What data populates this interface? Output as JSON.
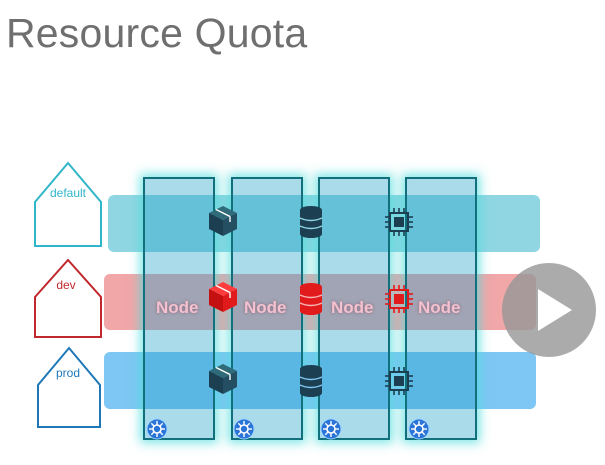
{
  "title": "Resource Quota",
  "namespaces": [
    {
      "label": "default",
      "color": "#2fb6c8"
    },
    {
      "label": "dev",
      "color": "#c0282d"
    },
    {
      "label": "prod",
      "color": "#1e78b8"
    }
  ],
  "nodes": [
    {
      "label": "Node"
    },
    {
      "label": "Node"
    },
    {
      "label": "Node"
    },
    {
      "label": "Node"
    }
  ],
  "resources": [
    "pod-cube-icon",
    "database-icon",
    "cpu-chip-icon"
  ],
  "colors": {
    "default_band": "#8fd6e2",
    "dev_band": "#f1a6a8",
    "prod_band": "#7ec6f4",
    "dev_icon": "#e11b1b",
    "other_icon": "#1c3f52",
    "node_border": "#12707c"
  }
}
